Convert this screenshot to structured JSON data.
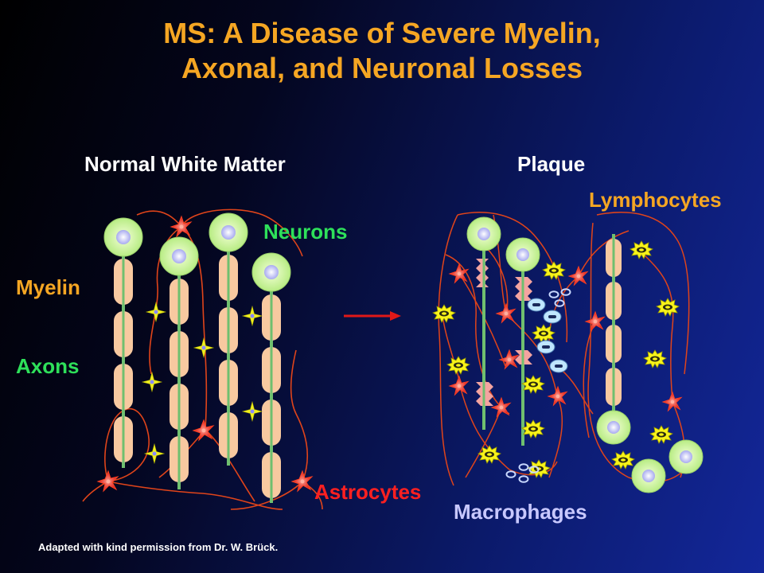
{
  "title": {
    "line1": "MS: A Disease of Severe Myelin,",
    "line2": "Axonal, and Neuronal Losses"
  },
  "panels": {
    "normal": "Normal White Matter",
    "plaque": "Plaque"
  },
  "labels": {
    "myelin": "Myelin",
    "axons": "Axons",
    "neurons": "Neurons",
    "astrocytes": "Astrocytes",
    "lymphocytes": "Lymphocytes",
    "macrophages": "Macrophages"
  },
  "credit": "Adapted with kind permission from Dr. W. Brück.",
  "colors": {
    "title": "#f5a623",
    "myelin_label": "#f5a623",
    "axons_label": "#2ee05a",
    "neurons_label": "#2ee05a",
    "astrocytes_label": "#ff2020",
    "lymphocytes_label": "#f5a623",
    "macrophages_label": "#c8c8ff",
    "myelin_segment": "#f8c9a0",
    "axon": "#6fbf6f",
    "neuron_body": "#d4f5a0",
    "neuron_nucleus": "#cfd2ff",
    "astrocyte": "#ee2222",
    "fiber": "#e0441a",
    "macrophage": "#f7f21a",
    "arrow": "#e01818"
  }
}
